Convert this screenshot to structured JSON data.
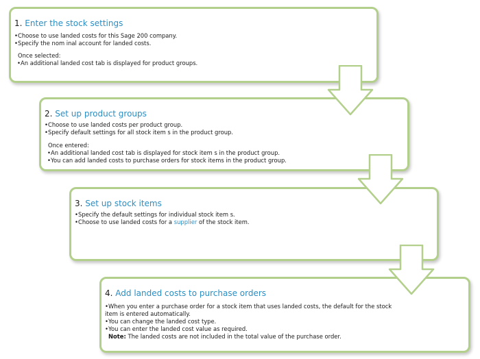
{
  "steps": [
    {
      "number": "1.",
      "title": "Enter the stock settings",
      "bullets": [
        "Choose to use landed costs for this Sage 200 company.",
        "Specify the nom inal account for landed costs."
      ],
      "sub_label": "Once selected:",
      "sub_bullets": [
        "An additional landed cost tab is displayed for product groups."
      ]
    },
    {
      "number": "2.",
      "title": "Set up product groups",
      "bullets": [
        "Choose to use landed costs per product group.",
        "Specify default settings for all stock item s in the product group."
      ],
      "sub_label": "Once entered:",
      "sub_bullets": [
        "An additional landed cost tab is displayed for stock item s in the product group.",
        "You can add landed costs to purchase orders for stock items in the product group."
      ]
    },
    {
      "number": "3.",
      "title": "Set up stock items",
      "bullets": [
        "Specify the default settings for individual stock item s."
      ],
      "bullet_with_link": {
        "before": "Choose to use landed costs for a ",
        "link": "supplier",
        "after": " of the stock item."
      }
    },
    {
      "number": "4.",
      "title": "Add landed costs to purchase orders",
      "bullets": [
        "When you enter a purchase order for a stock item that uses landed costs, the default for the stock item is entered automatically.",
        "You can change the landed cost type.",
        "You can enter the landed cost value as required."
      ],
      "note_label": "Note:",
      "note_text": " The landed costs are not included in the total value of the purchase order."
    }
  ],
  "colors": {
    "border": "#b3cf8c",
    "arrow_fill": "#ffffff",
    "arrow_stroke": "#b3cf8c",
    "link": "#2a8ec4"
  },
  "bullet_char": "•",
  "icons": [
    "down-arrow-icon"
  ]
}
